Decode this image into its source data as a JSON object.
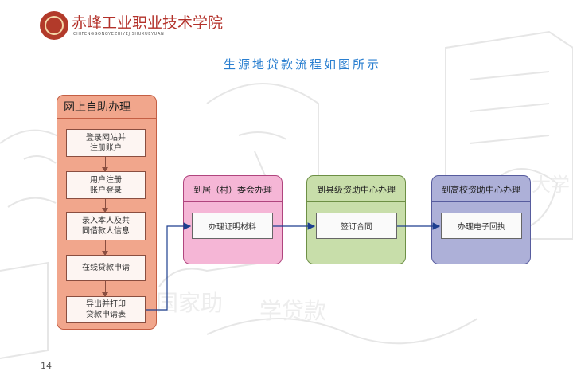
{
  "header": {
    "school_name": "赤峰工业职业技术学院",
    "school_pinyin": "CHIFENGGONGYEZHIYEJISHUXUEYUAN"
  },
  "title": "生源地贷款流程如图所示",
  "online": {
    "title": "网上自助办理",
    "steps": [
      "登录网站并\n注册账户",
      "用户注册\n账户登录",
      "录入本人及共\n同借款人信息",
      "在线贷款申请",
      "导出并打印\n贷款申请表"
    ]
  },
  "stages": [
    {
      "title": "到居（村）委会办理",
      "box": "办理证明材料",
      "color": "#f5b6d6",
      "border": "#b0457e"
    },
    {
      "title": "到县级资助中心办理",
      "box": "签订合同",
      "color": "#c8deaa",
      "border": "#6d8f45"
    },
    {
      "title": "到高校资助中心办理",
      "box": "办理电子回执",
      "color": "#adb0d8",
      "border": "#575c9e"
    }
  ],
  "background_text": [
    "国家助",
    "学贷款",
    "大学"
  ],
  "page_number": "14"
}
